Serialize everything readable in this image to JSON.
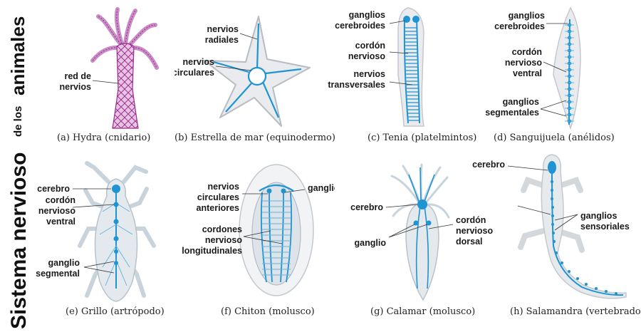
{
  "side_title": {
    "part1": "Sistema nervioso",
    "part2": "de los",
    "part3": "animales"
  },
  "panels": [
    {
      "id": "a",
      "caption": "(a) Hydra (cnidario)",
      "labels": [
        "red de",
        "nervios"
      ]
    },
    {
      "id": "b",
      "caption": "(b) Estrella de mar (equinodermo)",
      "labels": [
        "nervios",
        "radiales",
        "nervios",
        "circulares"
      ]
    },
    {
      "id": "c",
      "caption": "(c) Tenia (platelmintos)",
      "labels": [
        "ganglios",
        "cerebroides",
        "cordón",
        "nervioso",
        "nervios",
        "transversales"
      ]
    },
    {
      "id": "d",
      "caption": "(d) Sanguijuela (anélidos)",
      "labels": [
        "ganglios",
        "cerebroides",
        "cordón",
        "nervioso",
        "ventral",
        "ganglios",
        "segmentales"
      ]
    },
    {
      "id": "e",
      "caption": "(e) Grillo (artrópodo)",
      "labels": [
        "cerebro",
        "cordón",
        "nervioso",
        "ventral",
        "ganglio",
        "segmental"
      ]
    },
    {
      "id": "f",
      "caption": "(f) Chiton (molusco)",
      "labels": [
        "nervios",
        "circulares",
        "anteriores",
        "ganglio",
        "cordones",
        "nervioso",
        "longitudinales"
      ]
    },
    {
      "id": "g",
      "caption": "(g) Calamar (molusco)",
      "labels": [
        "cerebro",
        "ganglio",
        "cordón",
        "nervioso",
        "dorsal"
      ]
    },
    {
      "id": "h",
      "caption": "(h) Salamandra (vertebrado)",
      "labels": [
        "cerebro",
        "ganglios",
        "sensoriales"
      ]
    }
  ]
}
